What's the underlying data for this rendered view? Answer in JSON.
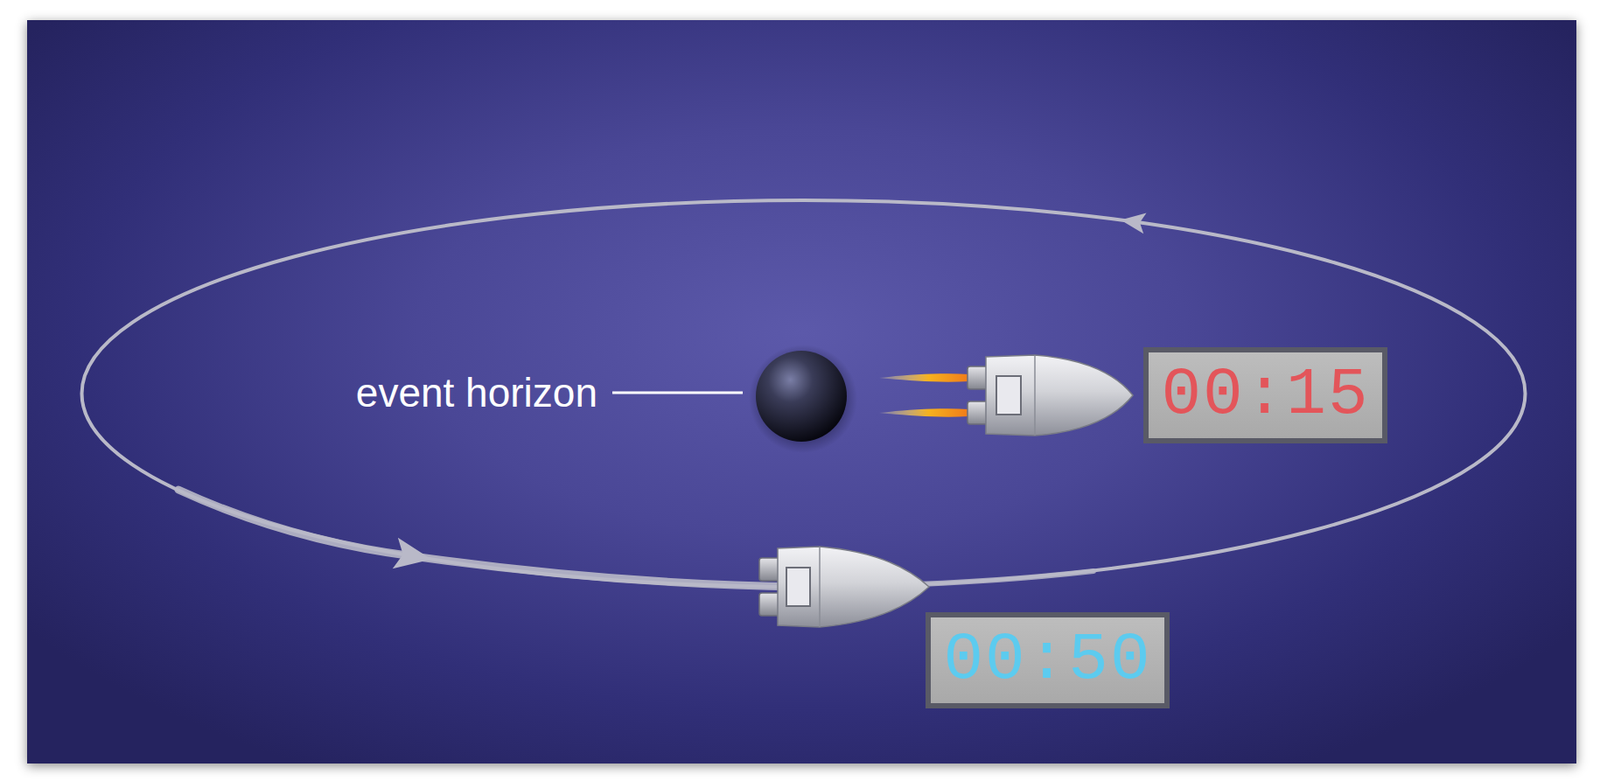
{
  "diagram": {
    "nodes": [
      {
        "text": [
          "00:15"
        ]
      },
      {
        "text": [
          "00:50"
        ]
      }
    ],
    "labels": [
      "event horizon"
    ]
  }
}
